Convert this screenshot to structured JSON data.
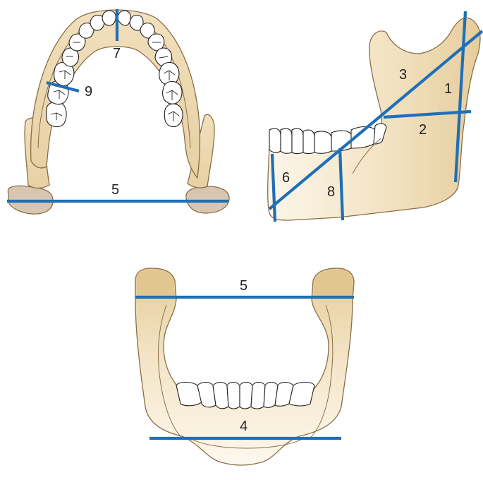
{
  "colors": {
    "measurement_line": "#1f6fb6",
    "bone_light": "#fbf3e3",
    "bone_mid": "#efdcb6",
    "bone_dark": "#e2c690",
    "condyle_gray": "#d9c6b0",
    "outline": "#8a6d45"
  },
  "occlusal_view": {
    "labels": {
      "m5": "5",
      "m7": "7",
      "m9": "9"
    }
  },
  "lateral_view": {
    "labels": {
      "m1": "1",
      "m2": "2",
      "m3": "3",
      "m6": "6",
      "m8": "8"
    }
  },
  "frontal_view": {
    "labels": {
      "m4": "4",
      "m5": "5"
    }
  }
}
